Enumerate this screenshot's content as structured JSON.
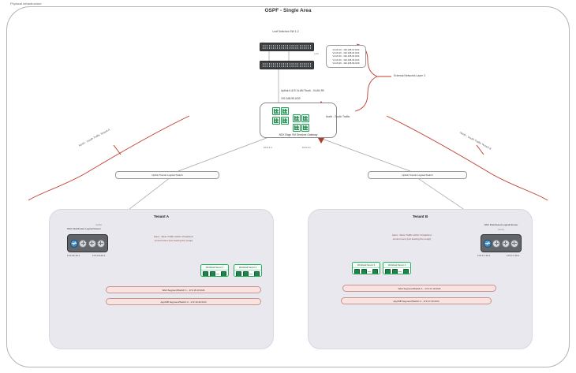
{
  "frame": {
    "corner_label": "Physical Infrastructure",
    "title": "OSPF - Single Area"
  },
  "top": {
    "switch_caption": "Leaf Switches SW 1-2",
    "lag_label": "LAG",
    "vlan_lines": [
      "VLAN 10 - 192.168.10.0/24",
      "VLAN 20 - 192.168.20.0/24",
      "VLAN 30 - 192.168.30.0/24",
      "VLAN 40 - 192.168.40.0/24",
      "VLAN 99 - 192.168.99.0/29"
    ],
    "external_label": "External Networks Layer 3",
    "uplink_line1": "Uplink A & B VLAN Trunk - VLAN 99",
    "uplink_line2": "192.168.99.0/29"
  },
  "edge": {
    "label": "NSX Edge VM Services Gateway",
    "north_south_label": "North - South Traffic",
    "left_ip": "10.0.1.1",
    "right_ip": "10.0.2.1"
  },
  "transit": {
    "left_label": "Uplink Transit Logical Switch",
    "right_label": "Uplink Transit Logical Switch"
  },
  "flows": {
    "left_label": "North - South Traffic Tenant A",
    "right_label": "North - South Traffic Tenant B"
  },
  "colors": {
    "accent_red": "#c0392b",
    "green": "#1e8449",
    "tenant_bg": "#e9e8ee",
    "segment_pink": "#f9e2df"
  },
  "tenant_a": {
    "title": "Tenant A",
    "dlr_label": "NSX Distributed Logical Router",
    "uplink_tag": "Uplink",
    "ip_left": "172.16.10.1",
    "ip_right": "172.16.20.1",
    "ew_line1": "East - West Traffic within Virtualized",
    "ew_line2": "environment (not leaving the setup)",
    "servers": [
      {
        "label": "Workload Server 1"
      },
      {
        "label": "Workload Server 2"
      }
    ],
    "segments": [
      {
        "label": "Web Segment/Switch 1 - 172.16.10.0/24"
      },
      {
        "label": "App/DB Segment/Switch 2 - 172.16.20.0/24"
      }
    ]
  },
  "tenant_b": {
    "title": "Tenant B",
    "dlr_label": "NSX Distributed Logical Router",
    "dlr_tag": "(DLR)",
    "ip_left": "172.17.10.1",
    "ip_right": "172.17.20.1",
    "ew_line1": "East - West Traffic within Virtualized",
    "ew_line2": "environment (not leaving the setup)",
    "servers": [
      {
        "label": "Workload Server 3"
      },
      {
        "label": "Workload Server 4"
      }
    ],
    "segments": [
      {
        "label": "Web Segment/Switch 1 - 172.17.10.0/24"
      },
      {
        "label": "App/DB Segment/Switch 2 - 172.17.20.0/24"
      }
    ]
  }
}
